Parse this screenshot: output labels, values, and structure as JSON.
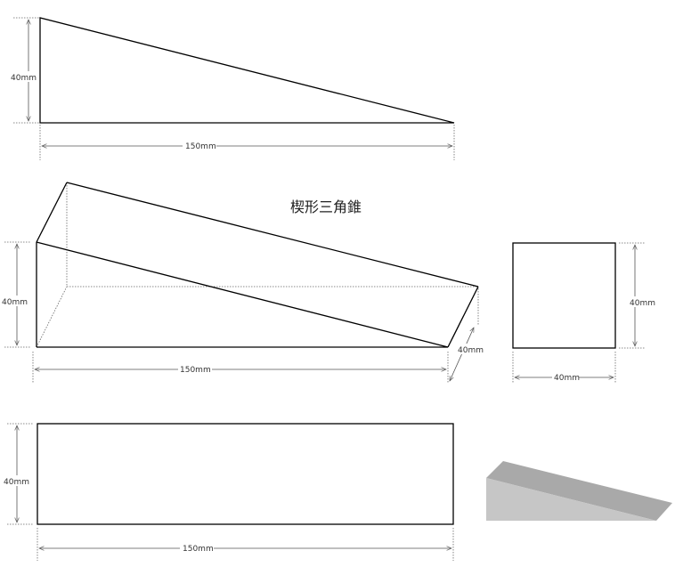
{
  "title": "楔形三角錐",
  "side_view": {
    "height_label": "40mm",
    "length_label": "150mm"
  },
  "iso_view": {
    "height_label": "40mm",
    "length_label": "150mm",
    "depth_label": "40mm"
  },
  "end_view": {
    "height_label": "40mm",
    "width_label": "40mm"
  },
  "top_view": {
    "height_label": "40mm",
    "length_label": "150mm"
  },
  "colors": {
    "shade_top": "#a9a9a9",
    "shade_front": "#c6c6c6"
  }
}
